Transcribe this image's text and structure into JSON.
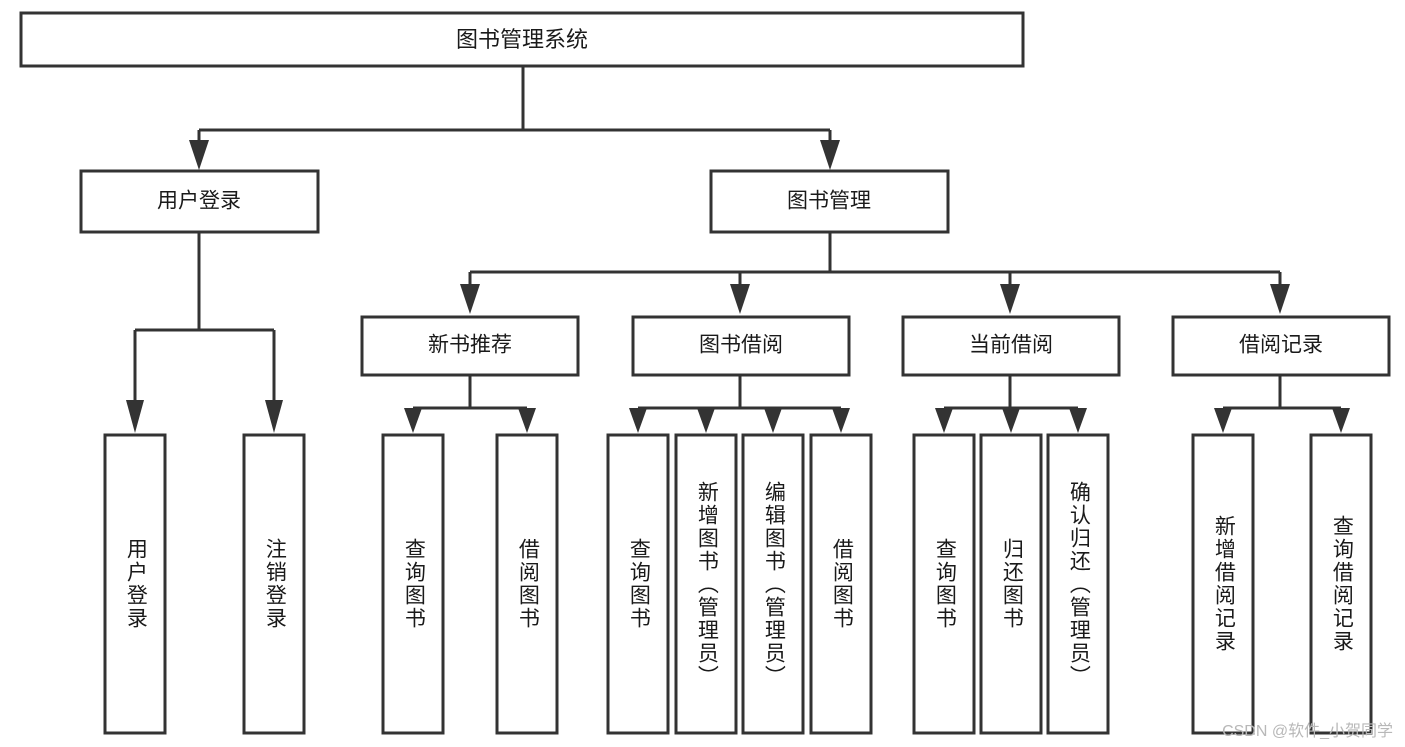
{
  "diagram": {
    "type": "tree",
    "title": "图书管理系统",
    "orientation": "top-down",
    "colors": {
      "box_stroke": "#333333",
      "box_fill": "#ffffff",
      "text": "#1a1a1a",
      "connector": "#333333",
      "watermark": "#b8b8b8",
      "background": "#ffffff"
    },
    "root": {
      "label": "图书管理系统"
    },
    "level2": [
      {
        "label": "用户登录"
      },
      {
        "label": "图书管理"
      }
    ],
    "level3": [
      {
        "label": "新书推荐"
      },
      {
        "label": "图书借阅"
      },
      {
        "label": "当前借阅"
      },
      {
        "label": "借阅记录"
      }
    ],
    "leaves": {
      "user_login": [
        {
          "label": "用户登录"
        },
        {
          "label": "注销登录"
        }
      ],
      "new_book_recommend": [
        {
          "label": "查询图书"
        },
        {
          "label": "借阅图书"
        }
      ],
      "book_borrow": [
        {
          "label": "查询图书"
        },
        {
          "label": "新增图书（管理员）"
        },
        {
          "label": "编辑图书（管理员）"
        },
        {
          "label": "借阅图书"
        }
      ],
      "current_borrow": [
        {
          "label": "查询图书"
        },
        {
          "label": "归还图书"
        },
        {
          "label": "确认归还（管理员）"
        }
      ],
      "borrow_record": [
        {
          "label": "新增借阅记录"
        },
        {
          "label": "查询借阅记录"
        }
      ]
    }
  },
  "watermark": {
    "text": "CSDN @软件_小贺同学"
  }
}
